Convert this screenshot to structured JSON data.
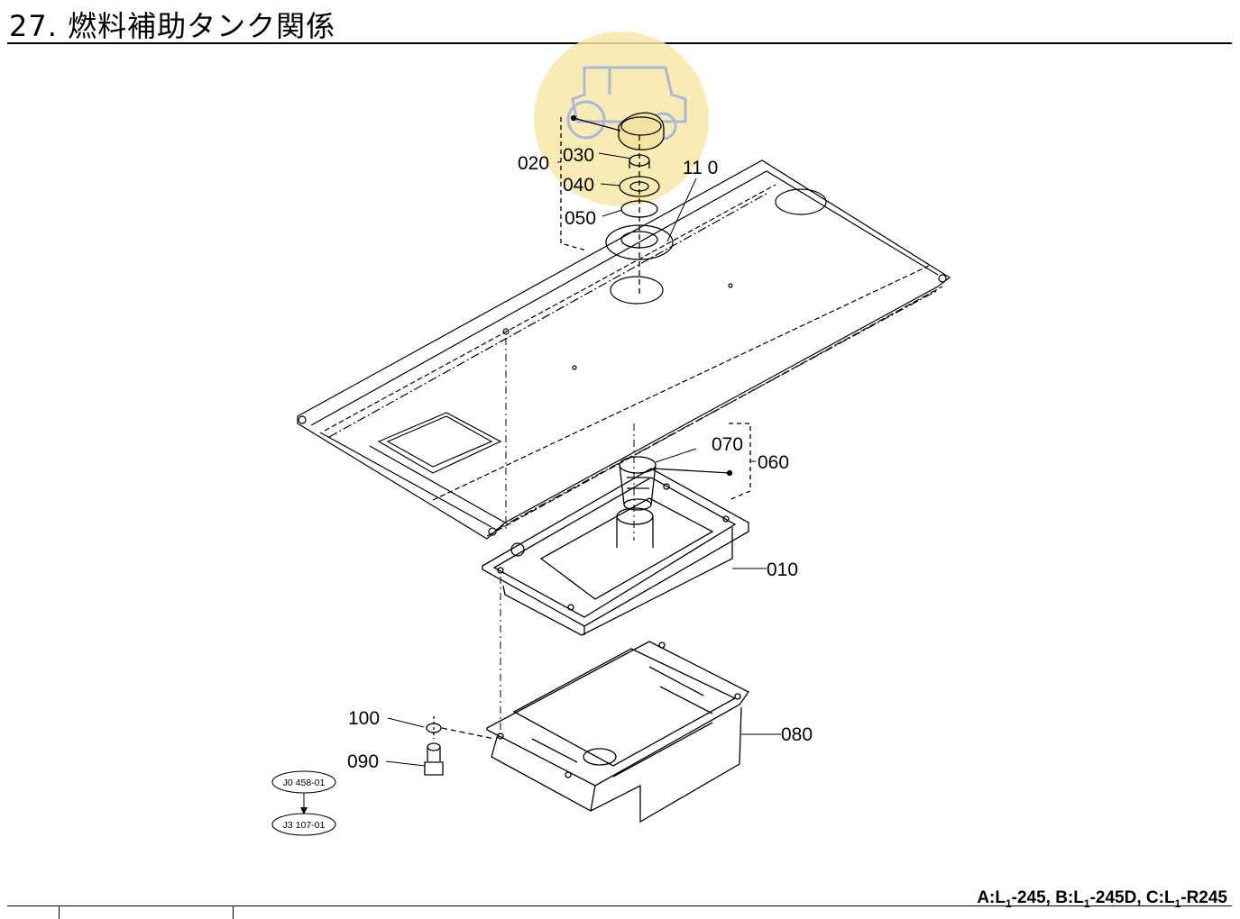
{
  "header": {
    "title": "27. 燃料補助タンク関係"
  },
  "parts": {
    "p010": "010",
    "p020": "020",
    "p030": "030",
    "p040": "040",
    "p050": "050",
    "p060": "060",
    "p070": "070",
    "p080": "080",
    "p090": "090",
    "p100": "100",
    "p110": "11 0"
  },
  "references": {
    "ref1": "J0 458-01",
    "ref2": "J3 107-01"
  },
  "footer": {
    "a_prefix": "A:L",
    "a_suffix": "-245, ",
    "b_prefix": "B:L",
    "b_suffix": "-245D, ",
    "c_prefix": "C:L",
    "c_suffix": "-R245",
    "sub": "1"
  },
  "colors": {
    "watermark": "#f5e6a0",
    "line": "#000000"
  }
}
